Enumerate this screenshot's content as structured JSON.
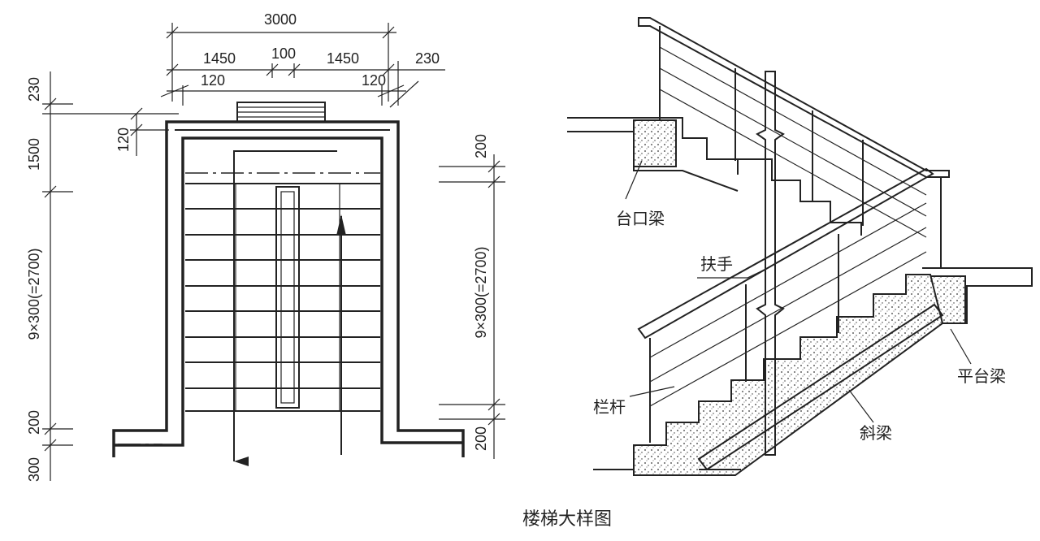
{
  "caption": "楼梯大样图",
  "plan": {
    "top_dims": {
      "total": "3000",
      "flight_left": "1450",
      "gap": "100",
      "flight_right": "1450",
      "wall_right": "230",
      "wall_in_left": "120",
      "wall_in_right": "120"
    },
    "left_dims": {
      "d230": "230",
      "d120": "120",
      "d1500": "1500",
      "d_stairs": "9×300(=2700)",
      "d200": "200",
      "d300": "300"
    },
    "right_dims": {
      "d200_top": "200",
      "d_stairs": "9×300(=2700)",
      "d200_bot": "200"
    }
  },
  "section_labels": {
    "step_beam": "台口梁",
    "handrail": "扶手",
    "baluster": "栏杆",
    "landing_beam": "平台梁",
    "stringer": "斜梁"
  }
}
